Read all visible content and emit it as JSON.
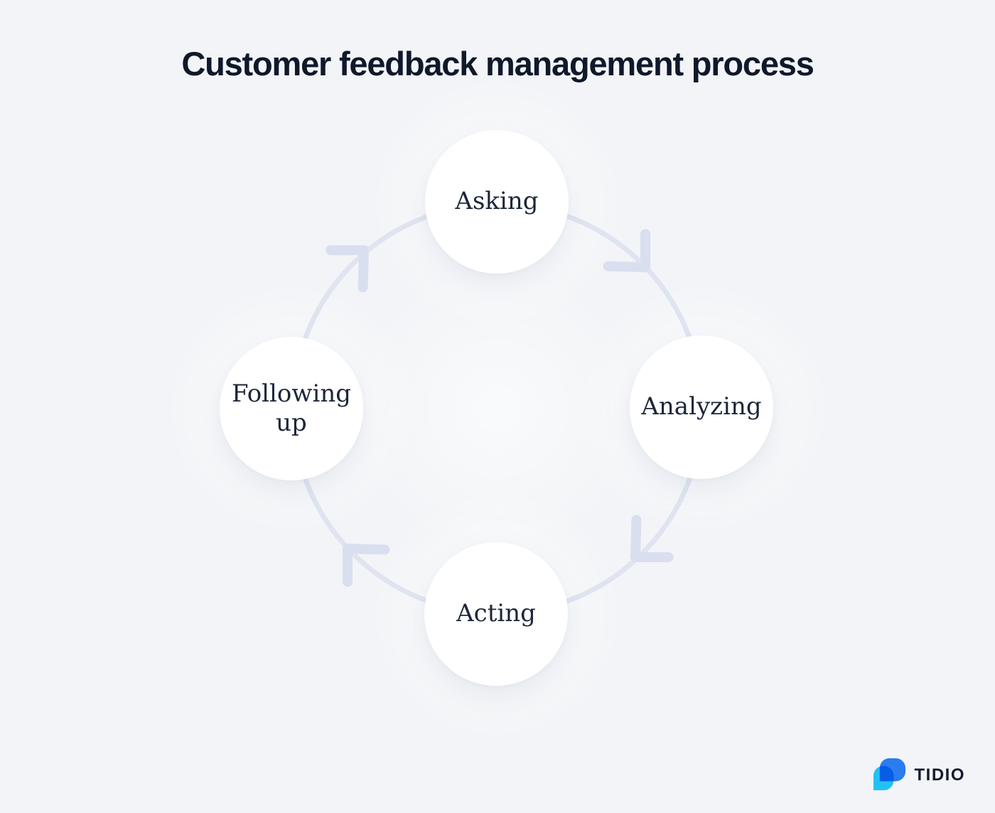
{
  "title": "Customer feedback management process",
  "diagram": {
    "type": "cycle",
    "flow_direction": "clockwise",
    "nodes": [
      {
        "label": "Asking",
        "position": "top"
      },
      {
        "label": "Analyzing",
        "position": "right"
      },
      {
        "label": "Acting",
        "position": "bottom"
      },
      {
        "label": "Following up",
        "position": "left"
      }
    ],
    "edges": [
      {
        "from": "Following up",
        "to": "Asking"
      },
      {
        "from": "Asking",
        "to": "Analyzing"
      },
      {
        "from": "Analyzing",
        "to": "Acting"
      },
      {
        "from": "Acting",
        "to": "Following up"
      }
    ]
  },
  "brand": {
    "wordmark": "TIDIO"
  },
  "colors": {
    "background": "#f2f4f7",
    "ring": "#dfe4f0",
    "arrowhead": "#d9dfee",
    "node_fill": "#ffffff",
    "node_text": "#1c2638",
    "title_text": "#10182b",
    "logo_blue": "#2a7cf0",
    "logo_cyan": "#22c1f5",
    "logo_text": "#141b2e"
  }
}
